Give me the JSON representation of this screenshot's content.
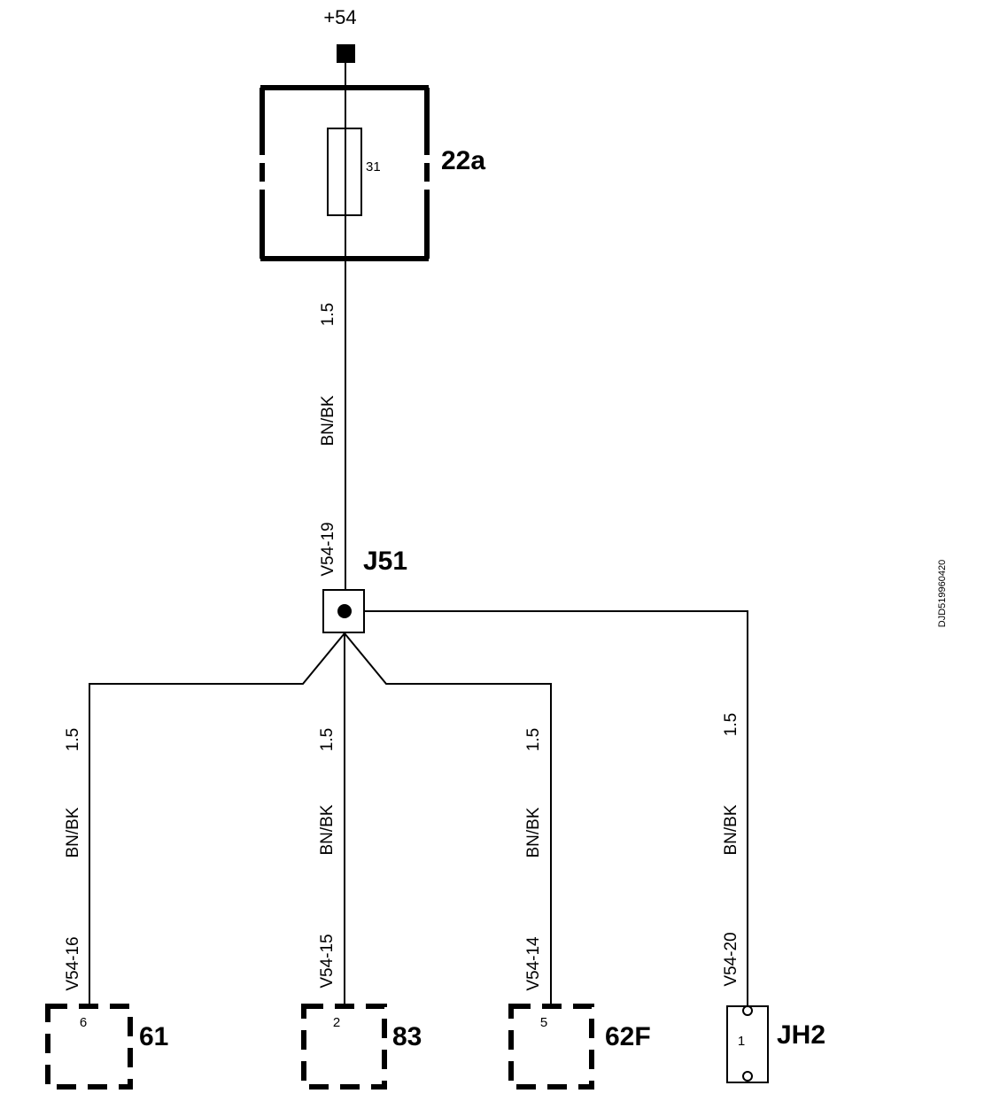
{
  "supply": {
    "label": "+54"
  },
  "fuse_box": {
    "id": "22a",
    "fuse_number": "31"
  },
  "junction": {
    "id": "J51",
    "pin": "V54-19"
  },
  "wire_main": {
    "gauge": "1.5",
    "color": "BN/BK"
  },
  "branches": [
    {
      "gauge": "1.5",
      "color": "BN/BK",
      "pin_code": "V54-16",
      "connector": "61",
      "pin_number": "6"
    },
    {
      "gauge": "1.5",
      "color": "BN/BK",
      "pin_code": "V54-15",
      "connector": "83",
      "pin_number": "2"
    },
    {
      "gauge": "1.5",
      "color": "BN/BK",
      "pin_code": "V54-14",
      "connector": "62F",
      "pin_number": "5"
    },
    {
      "gauge": "1.5",
      "color": "BN/BK",
      "pin_code": "V54-20",
      "connector": "JH2",
      "pin_number": "1"
    }
  ],
  "doc_code": "DJD519960420"
}
